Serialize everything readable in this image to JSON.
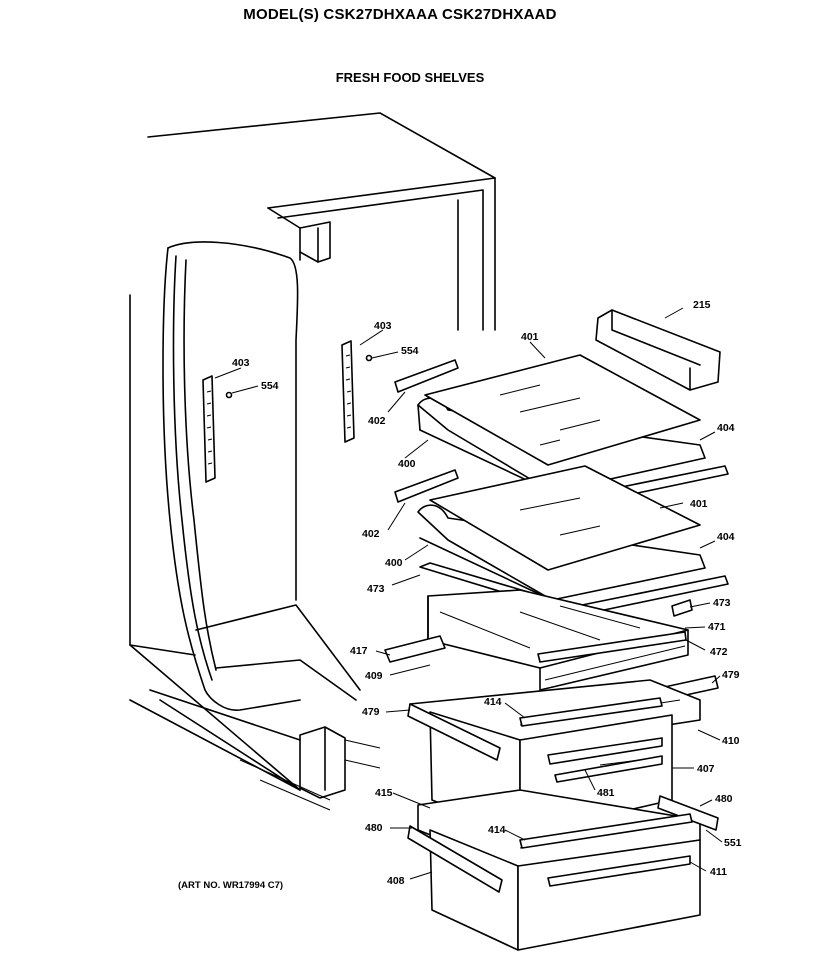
{
  "header": {
    "model": "MODEL(S) CSK27DHXAAA  CSK27DHXAAD",
    "section": "FRESH FOOD SHELVES"
  },
  "footer": {
    "art_no": "(ART NO. WR17994 C7)"
  },
  "part_labels": [
    {
      "id": "l215",
      "text": "215"
    },
    {
      "id": "l401a",
      "text": "401"
    },
    {
      "id": "l403a",
      "text": "403"
    },
    {
      "id": "l554a",
      "text": "554"
    },
    {
      "id": "l403b",
      "text": "403"
    },
    {
      "id": "l554b",
      "text": "554"
    },
    {
      "id": "l402a",
      "text": "402"
    },
    {
      "id": "l404a",
      "text": "404"
    },
    {
      "id": "l400a",
      "text": "400"
    },
    {
      "id": "l401b",
      "text": "401"
    },
    {
      "id": "l402b",
      "text": "402"
    },
    {
      "id": "l404b",
      "text": "404"
    },
    {
      "id": "l400b",
      "text": "400"
    },
    {
      "id": "l473a",
      "text": "473"
    },
    {
      "id": "l473b",
      "text": "473"
    },
    {
      "id": "l471",
      "text": "471"
    },
    {
      "id": "l417",
      "text": "417"
    },
    {
      "id": "l472",
      "text": "472"
    },
    {
      "id": "l409",
      "text": "409"
    },
    {
      "id": "l479a",
      "text": "479"
    },
    {
      "id": "l414a",
      "text": "414"
    },
    {
      "id": "l479b",
      "text": "479"
    },
    {
      "id": "l410",
      "text": "410"
    },
    {
      "id": "l407",
      "text": "407"
    },
    {
      "id": "l481",
      "text": "481"
    },
    {
      "id": "l415",
      "text": "415"
    },
    {
      "id": "l480a",
      "text": "480"
    },
    {
      "id": "l480b",
      "text": "480"
    },
    {
      "id": "l414b",
      "text": "414"
    },
    {
      "id": "l551",
      "text": "551"
    },
    {
      "id": "l411",
      "text": "411"
    },
    {
      "id": "l408",
      "text": "408"
    }
  ]
}
